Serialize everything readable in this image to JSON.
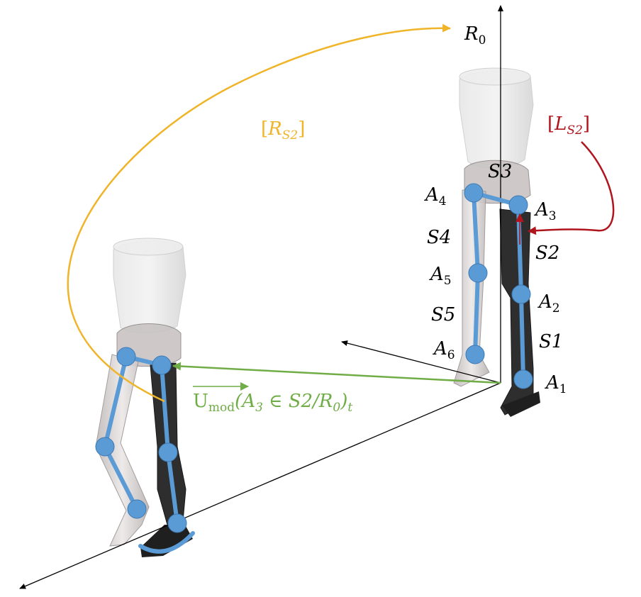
{
  "axes": {
    "origin_label": {
      "base": "R",
      "sub": "0"
    }
  },
  "transform": {
    "rotation": {
      "open": "[",
      "base": "R",
      "sub": "S2",
      "close": "]"
    },
    "translation": {
      "open": "[",
      "base": "L",
      "sub": "S2",
      "close": "]"
    }
  },
  "velocity": {
    "vector_base": "U",
    "vector_sub": "mod",
    "expression": "(A",
    "expr_sub1": "3",
    "expr_mid": " ∈ S2/R",
    "expr_sub2": "0",
    "expr_end": ")",
    "expr_sub3": "t"
  },
  "joints": [
    {
      "base": "A",
      "sub": "1"
    },
    {
      "base": "A",
      "sub": "2"
    },
    {
      "base": "A",
      "sub": "3"
    },
    {
      "base": "A",
      "sub": "4"
    },
    {
      "base": "A",
      "sub": "5"
    },
    {
      "base": "A",
      "sub": "6"
    }
  ],
  "segments": [
    "S1",
    "S2",
    "S3",
    "S4",
    "S5"
  ],
  "colors": {
    "skeleton": "#5b9bd5",
    "rotation": "#f0b429",
    "translation": "#b0141c",
    "velocity": "#70ad47",
    "axis": "#000000",
    "leg_light": "#cfc8c8",
    "leg_dark": "#2b2b2b",
    "torso": "#d9d9d9"
  }
}
